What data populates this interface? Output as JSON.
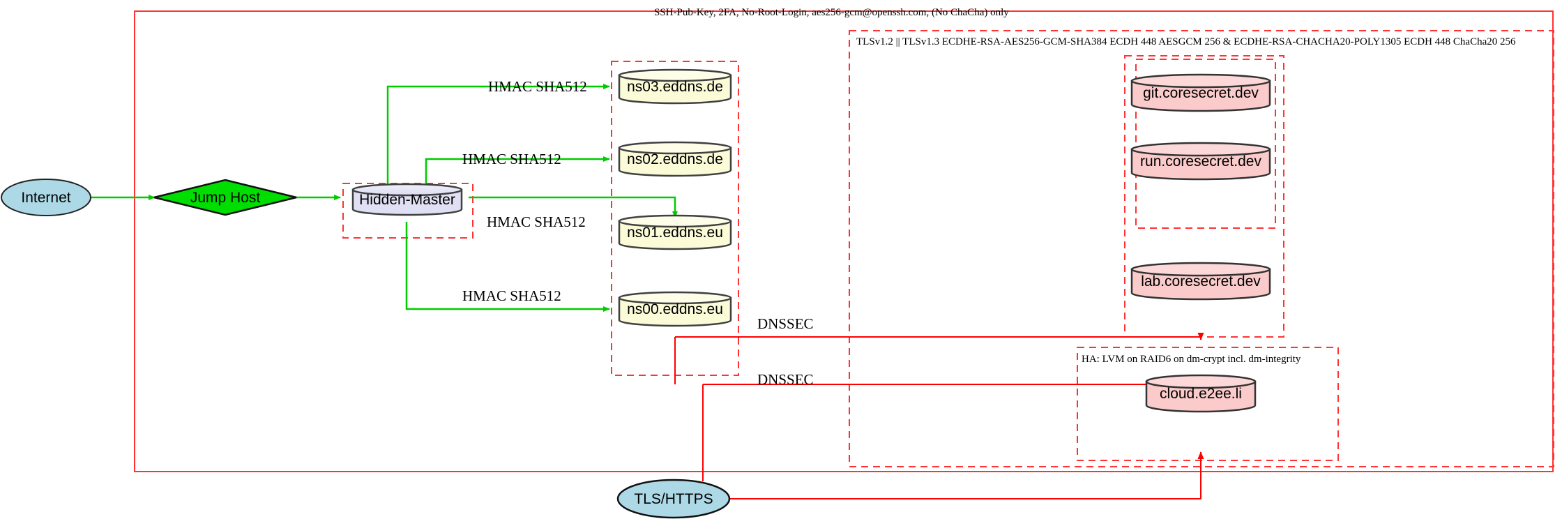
{
  "diagram": {
    "title_top": "SSH-Pub-Key, 2FA, No-Root-Login, aes256-gcm@openssh.com, (No ChaCha) only",
    "clusters": [
      {
        "id": "tls-cluster",
        "label": "TLSv1.2 || TLSv1.3 ECDHE-RSA-AES256-GCM-SHA384 ECDH 448 AESGCM 256 & ECDHE-RSA-CHACHA20-POLY1305 ECDH 448 ChaCha20 256"
      },
      {
        "id": "ha-cluster",
        "label": "HA: LVM on RAID6 on dm-crypt incl. dm-integrity"
      }
    ],
    "nodes": {
      "internet": "Internet",
      "jump_host": "Jump Host",
      "hidden_master": "Hidden-Master",
      "ns03": "ns03.eddns.de",
      "ns02": "ns02.eddns.de",
      "ns01": "ns01.eddns.eu",
      "ns00": "ns00.eddns.eu",
      "git": "git.coresecret.dev",
      "run": "run.coresecret.dev",
      "lab": "lab.coresecret.dev",
      "cloud": "cloud.e2ee.li",
      "tls_https": "TLS/HTTPS"
    },
    "edge_labels": {
      "hmac_ns03": "HMAC SHA512",
      "hmac_ns02": "HMAC SHA512",
      "hmac_ns01": "HMAC SHA512",
      "hmac_ns00": "HMAC SHA512",
      "dnssec_1": "DNSSEC",
      "dnssec_2": "DNSSEC"
    },
    "colors": {
      "edge_green": "#00cc00",
      "edge_red": "#ff0000",
      "cluster_border": "#ff0000",
      "node_blue": "#add8e6",
      "node_green": "#00dd00",
      "node_lavender": "#e0e0f5",
      "node_beige": "#fbfbd8",
      "node_pink": "#fbcbcb",
      "node_stroke": "#404040"
    }
  }
}
